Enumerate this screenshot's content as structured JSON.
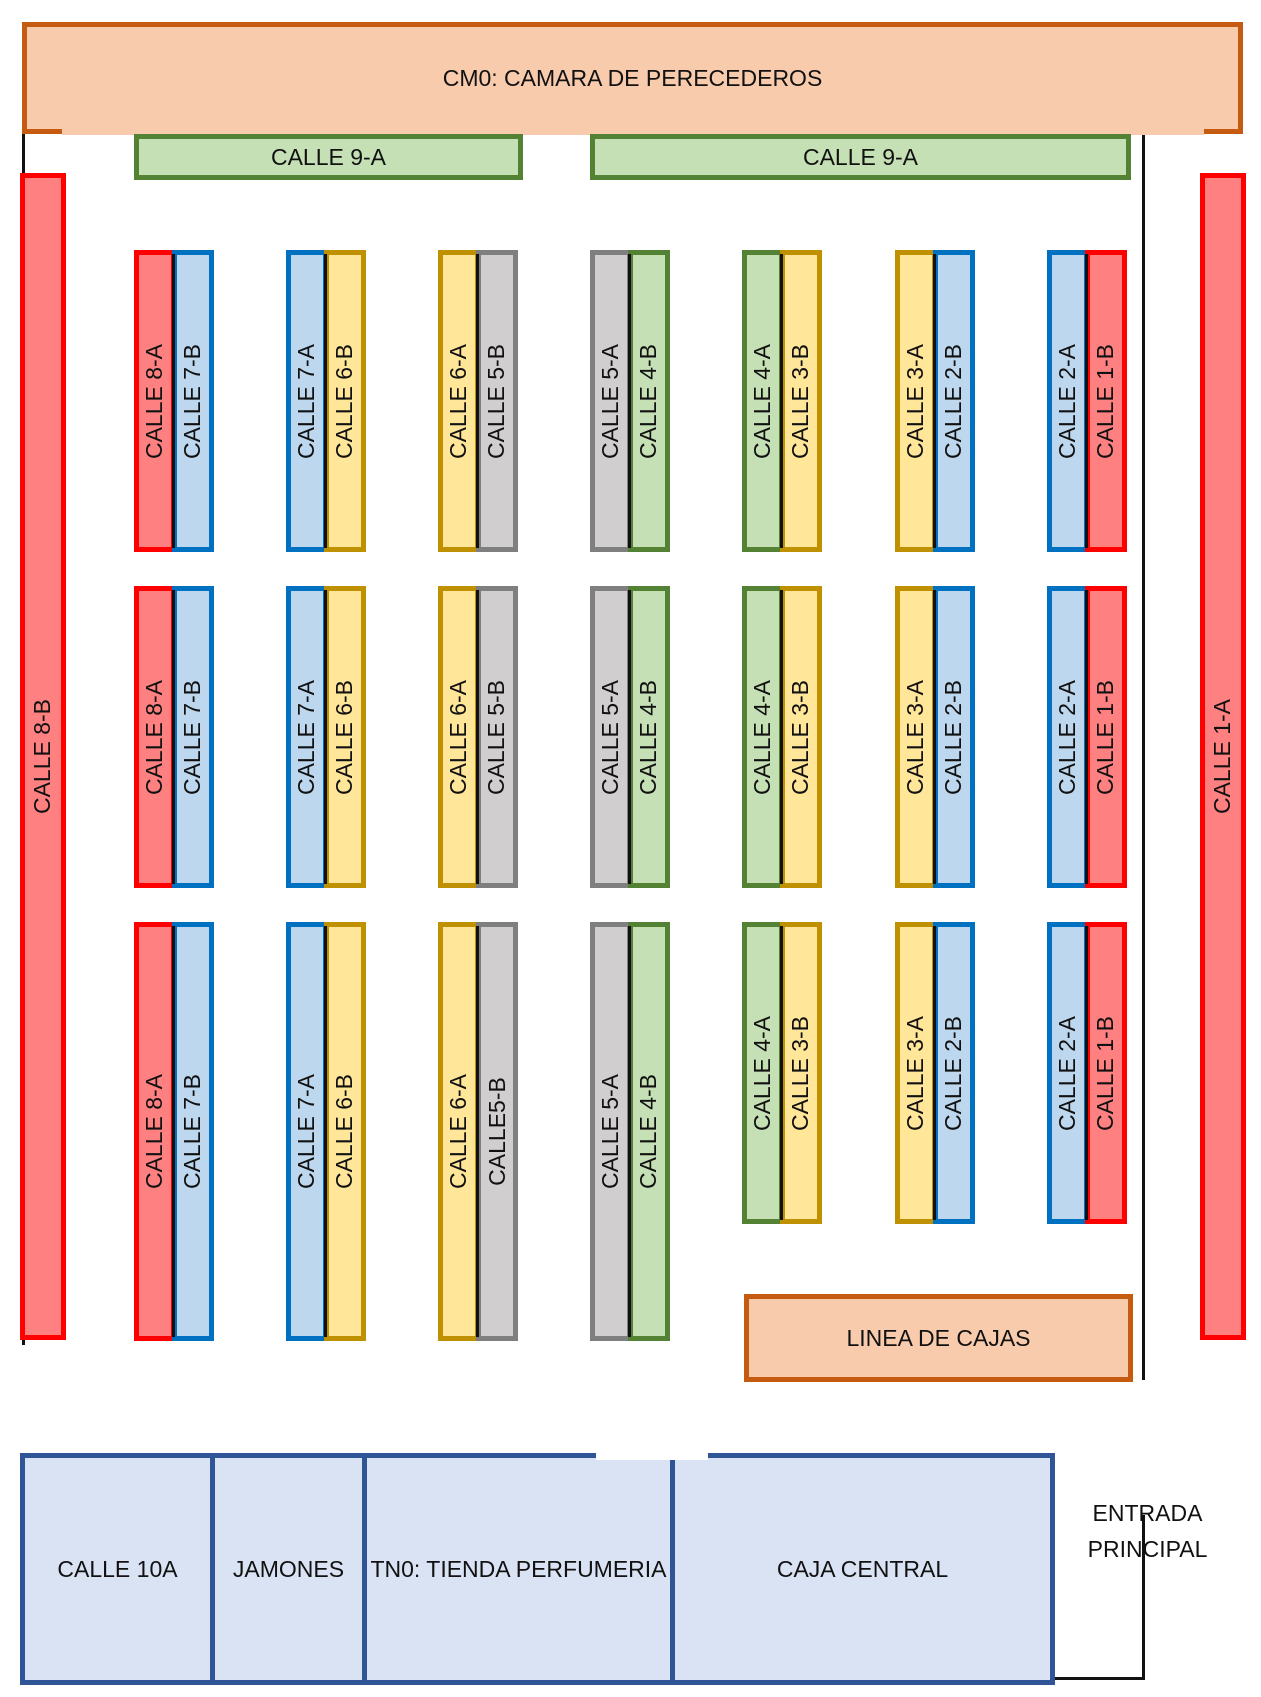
{
  "colors": {
    "red": {
      "stroke": "#ff0000",
      "fill": "#ff8080"
    },
    "blue": {
      "stroke": "#0070c0",
      "fill": "#bdd7ee"
    },
    "yellow": {
      "stroke": "#bf9000",
      "fill": "#ffe699"
    },
    "gray": {
      "stroke": "#7f7f7f",
      "fill": "#d0cece"
    },
    "green": {
      "stroke": "#548235",
      "fill": "#c5e0b4"
    },
    "orange": {
      "stroke": "#c55a11",
      "fill": "#f8cbad"
    },
    "navy": {
      "stroke": "#2f5597",
      "fill": "#dae3f3"
    }
  },
  "camara": "CM0: CAMARA DE PERECEDEROS",
  "top_shelves": [
    "CALLE 9-A",
    "CALLE 9-A"
  ],
  "side_left": "CALLE 8-B",
  "side_right": "CALLE 1-A",
  "linea_cajas": "LINEA DE CAJAS",
  "entrada": [
    "ENTRADA",
    "PRINCIPAL"
  ],
  "bottom": [
    "CALLE 10A",
    "JAMONES",
    "TN0: TIENDA PERFUMERIA",
    "CAJA CENTRAL"
  ],
  "gondolas": [
    {
      "left": {
        "label": "CALLE 8-A",
        "color": "red"
      },
      "right": {
        "label": "CALLE 7-B",
        "color": "blue"
      }
    },
    {
      "left": {
        "label": "CALLE 7-A",
        "color": "blue"
      },
      "right": {
        "label": "CALLE 6-B",
        "color": "yellow"
      }
    },
    {
      "left": {
        "label": "CALLE 6-A",
        "color": "yellow"
      },
      "right": {
        "label": "CALLE 5-B",
        "color": "gray"
      }
    },
    {
      "left": {
        "label": "CALLE 5-A",
        "color": "gray"
      },
      "right": {
        "label": "CALLE 4-B",
        "color": "green"
      }
    },
    {
      "left": {
        "label": "CALLE 4-A",
        "color": "green"
      },
      "right": {
        "label": "CALLE 3-B",
        "color": "yellow"
      }
    },
    {
      "left": {
        "label": "CALLE 3-A",
        "color": "yellow"
      },
      "right": {
        "label": "CALLE 2-B",
        "color": "blue"
      }
    },
    {
      "left": {
        "label": "CALLE 2-A",
        "color": "blue"
      },
      "right": {
        "label": "CALLE 1-B",
        "color": "red"
      }
    }
  ],
  "third_row_override": {
    "2": {
      "right": "CALLE5-B"
    }
  }
}
